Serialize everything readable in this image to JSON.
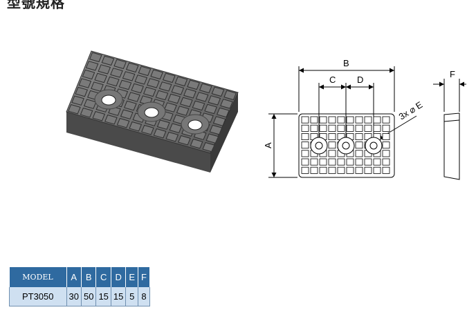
{
  "header": {
    "title_fragment": "型號規格"
  },
  "drawing": {
    "dim_a": "A",
    "dim_b": "B",
    "dim_c": "C",
    "dim_d": "D",
    "dim_e_callout": "3x ⌀ E",
    "dim_f": "F"
  },
  "spec_table": {
    "columns": [
      "MODEL",
      "A",
      "B",
      "C",
      "D",
      "E",
      "F"
    ],
    "rows": [
      [
        "PT3050",
        "30",
        "50",
        "15",
        "15",
        "5",
        "8"
      ]
    ]
  },
  "colors": {
    "header_bg": "#2f6aa0",
    "row_bg": "#cfe0f1",
    "part_gray": "#6e6e6e"
  }
}
